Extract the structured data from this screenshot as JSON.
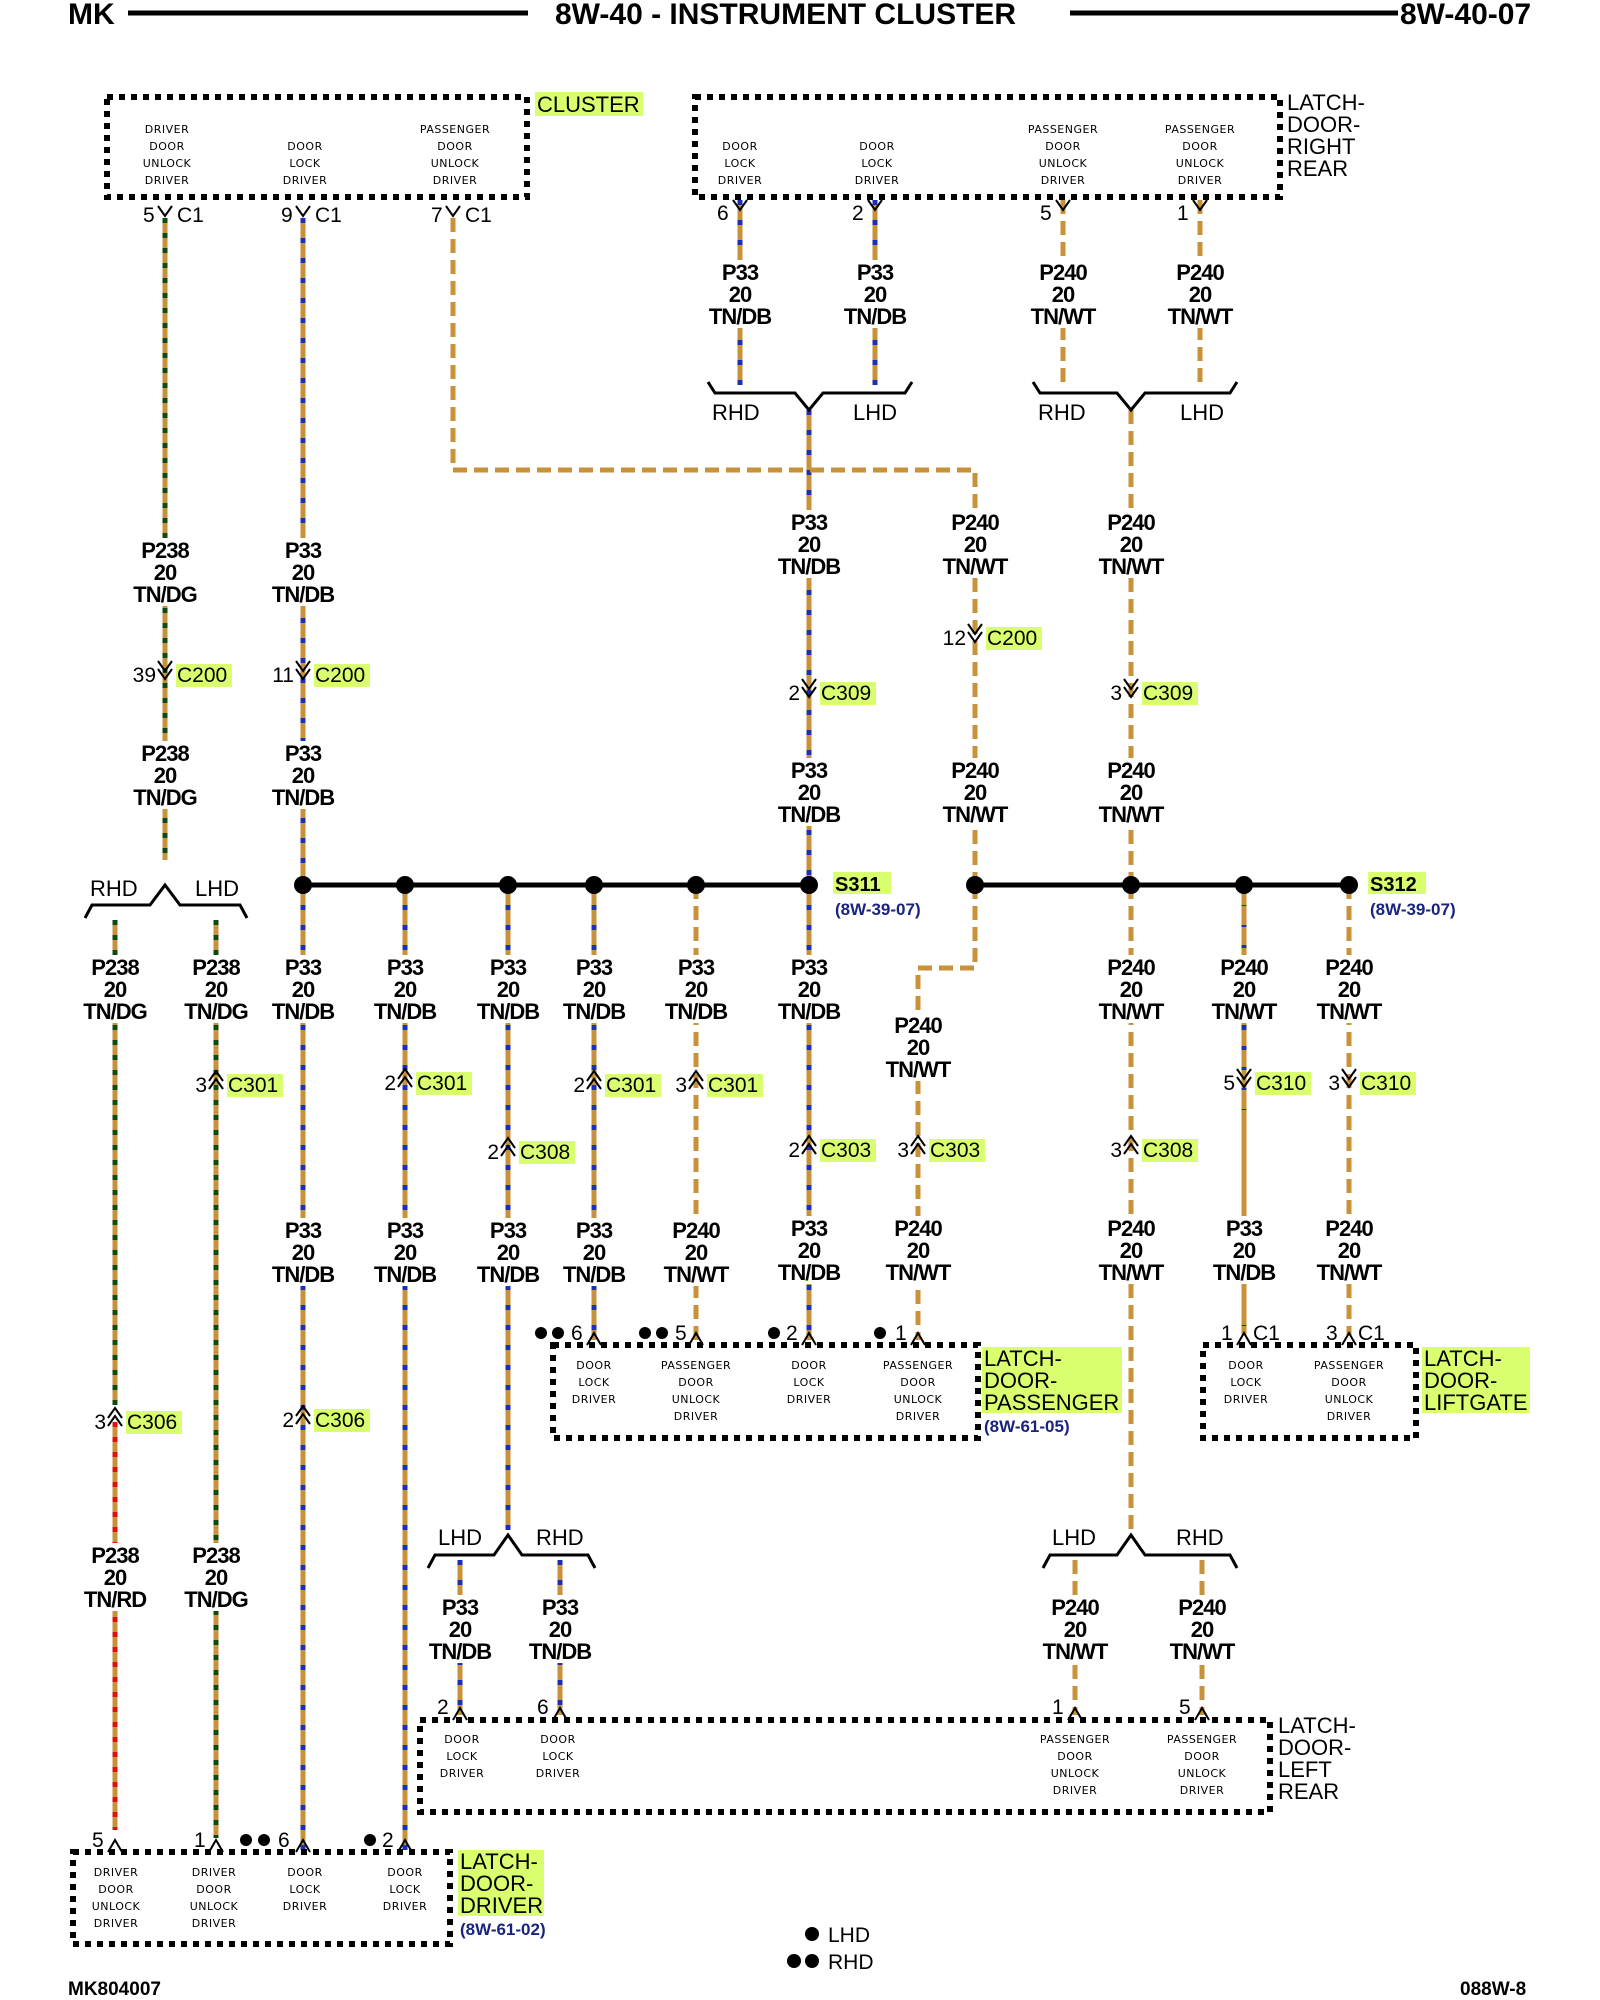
{
  "header": {
    "left": "MK",
    "center": "8W-40 - INSTRUMENT CLUSTER",
    "right": "8W-40-07"
  },
  "footer": {
    "left": "MK804007",
    "right": "088W-8"
  },
  "legend": {
    "lhd": "LHD",
    "rhd": "RHD"
  },
  "colors": {
    "tan": "#c8923a",
    "db": "#1c2fb8",
    "dg": "#0e4a12",
    "rd": "#e01010",
    "wt": "#ffffff",
    "hl": "#d9ff6e",
    "ref": "#1a237e"
  },
  "components": {
    "cluster": {
      "name": "CLUSTER",
      "pins": [
        {
          "l1": "DRIVER",
          "l2": "DOOR",
          "l3": "UNLOCK",
          "l4": "DRIVER",
          "num": "5",
          "conn": "C1"
        },
        {
          "l1": "",
          "l2": "DOOR",
          "l3": "LOCK",
          "l4": "DRIVER",
          "num": "9",
          "conn": "C1"
        },
        {
          "l1": "PASSENGER",
          "l2": "DOOR",
          "l3": "UNLOCK",
          "l4": "DRIVER",
          "num": "7",
          "conn": "C1"
        }
      ]
    },
    "rr": {
      "n1": "LATCH-",
      "n2": "DOOR-",
      "n3": "RIGHT",
      "n4": "REAR",
      "pins": [
        {
          "l1": "",
          "l2": "DOOR",
          "l3": "LOCK",
          "l4": "DRIVER",
          "num": "6"
        },
        {
          "l1": "",
          "l2": "DOOR",
          "l3": "LOCK",
          "l4": "DRIVER",
          "num": "2"
        },
        {
          "l1": "PASSENGER",
          "l2": "DOOR",
          "l3": "UNLOCK",
          "l4": "DRIVER",
          "num": "5"
        },
        {
          "l1": "PASSENGER",
          "l2": "DOOR",
          "l3": "UNLOCK",
          "l4": "DRIVER",
          "num": "1"
        }
      ]
    },
    "pass": {
      "n1": "LATCH-",
      "n2": "DOOR-",
      "n3": "PASSENGER",
      "ref": "(8W-61-05)",
      "pins": [
        {
          "l1": "DOOR",
          "l2": "LOCK",
          "l3": "DRIVER",
          "l4": "",
          "num": "6"
        },
        {
          "l1": "PASSENGER",
          "l2": "DOOR",
          "l3": "UNLOCK",
          "l4": "DRIVER",
          "num": "5"
        },
        {
          "l1": "DOOR",
          "l2": "LOCK",
          "l3": "DRIVER",
          "l4": "",
          "num": "2"
        },
        {
          "l1": "PASSENGER",
          "l2": "DOOR",
          "l3": "UNLOCK",
          "l4": "DRIVER",
          "num": "1"
        }
      ]
    },
    "lift": {
      "n1": "LATCH-",
      "n2": "DOOR-",
      "n3": "LIFTGATE",
      "pins": [
        {
          "l1": "DOOR",
          "l2": "LOCK",
          "l3": "DRIVER",
          "l4": "",
          "num": "1",
          "conn": "C1"
        },
        {
          "l1": "PASSENGER",
          "l2": "DOOR",
          "l3": "UNLOCK",
          "l4": "DRIVER",
          "num": "3",
          "conn": "C1"
        }
      ]
    },
    "lr": {
      "n1": "LATCH-",
      "n2": "DOOR-",
      "n3": "LEFT",
      "n4": "REAR",
      "pins": [
        {
          "l1": "DOOR",
          "l2": "LOCK",
          "l3": "DRIVER",
          "l4": "",
          "num": "2"
        },
        {
          "l1": "DOOR",
          "l2": "LOCK",
          "l3": "DRIVER",
          "l4": "",
          "num": "6"
        },
        {
          "l1": "PASSENGER",
          "l2": "DOOR",
          "l3": "UNLOCK",
          "l4": "DRIVER",
          "num": "1"
        },
        {
          "l1": "PASSENGER",
          "l2": "DOOR",
          "l3": "UNLOCK",
          "l4": "DRIVER",
          "num": "5"
        }
      ]
    },
    "drv": {
      "n1": "LATCH-",
      "n2": "DOOR-",
      "n3": "DRIVER",
      "ref": "(8W-61-02)",
      "pins": [
        {
          "l1": "DRIVER",
          "l2": "DOOR",
          "l3": "UNLOCK",
          "l4": "DRIVER",
          "num": "5"
        },
        {
          "l1": "DRIVER",
          "l2": "DOOR",
          "l3": "UNLOCK",
          "l4": "DRIVER",
          "num": "1"
        },
        {
          "l1": "DOOR",
          "l2": "LOCK",
          "l3": "DRIVER",
          "l4": "",
          "num": "6"
        },
        {
          "l1": "DOOR",
          "l2": "LOCK",
          "l3": "DRIVER",
          "l4": "",
          "num": "2"
        }
      ]
    }
  },
  "splices": {
    "s311": {
      "name": "S311",
      "ref": "(8W-39-07)"
    },
    "s312": {
      "name": "S312",
      "ref": "(8W-39-07)"
    }
  },
  "branch": {
    "rhd": "RHD",
    "lhd": "LHD"
  },
  "wires": {
    "p238dg": {
      "c": "P238",
      "g": "20",
      "col": "TN/DG"
    },
    "p238rd": {
      "c": "P238",
      "g": "20",
      "col": "TN/RD"
    },
    "p33": {
      "c": "P33",
      "g": "20",
      "col": "TN/DB"
    },
    "p240": {
      "c": "P240",
      "g": "20",
      "col": "TN/WT"
    }
  },
  "connectors": {
    "c200": "C200",
    "c301": "C301",
    "c303": "C303",
    "c306": "C306",
    "c308": "C308",
    "c309": "C309",
    "c310": "C310",
    "c1": "C1"
  },
  "cavities": {
    "c200_39": "39",
    "c200_11": "11",
    "c200_12": "12",
    "c309_2": "2",
    "c309_3": "3",
    "c301_3": "3",
    "c301_2a": "2",
    "c301_2b": "2",
    "c301_3b": "3",
    "c308_2": "2",
    "c308_3": "3",
    "c303_2": "2",
    "c303_3": "3",
    "c310_5": "5",
    "c310_3": "3",
    "c306_3": "3",
    "c306_2": "2"
  }
}
